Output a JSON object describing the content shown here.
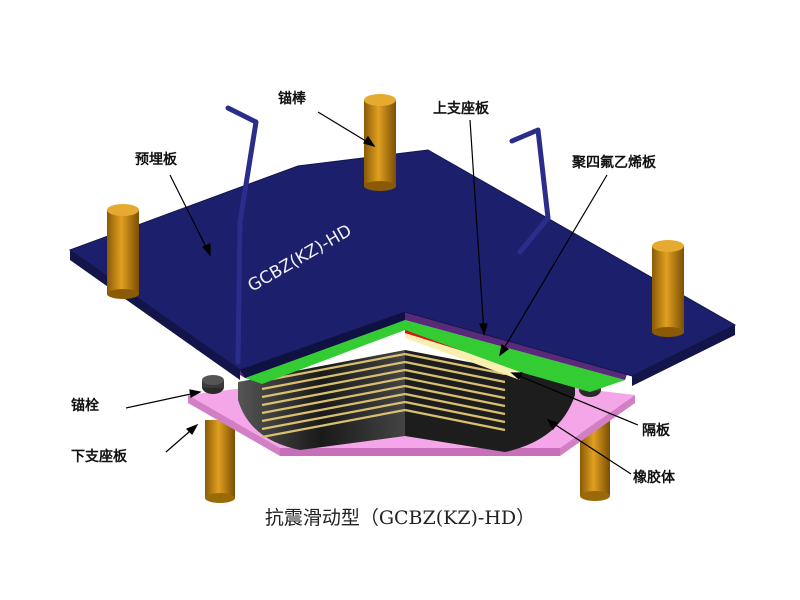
{
  "diagram": {
    "plate_marking": "GCBZ(KZ)-HD",
    "caption": "抗震滑动型（GCBZ(KZ)-HD）",
    "labels": {
      "anchor_rod": "锚棒",
      "embedded_plate": "预埋板",
      "upper_seat_plate": "上支座板",
      "ptfe_plate": "聚四氟乙烯板",
      "anchor_bolt": "锚栓",
      "lower_seat_plate": "下支座板",
      "partition_plate": "隔板",
      "rubber_body": "橡胶体"
    }
  },
  "colors": {
    "embedded_plate": "#1c1f6b",
    "anchor_post": "#c8860a",
    "lower_plate": "#f4a6e8",
    "ptfe": "#33cc33",
    "partition_red": "#e01010",
    "rubber": "#1a1a1a",
    "steel_layer": "#d8c070",
    "upper_seat": "#5a2a7a"
  }
}
